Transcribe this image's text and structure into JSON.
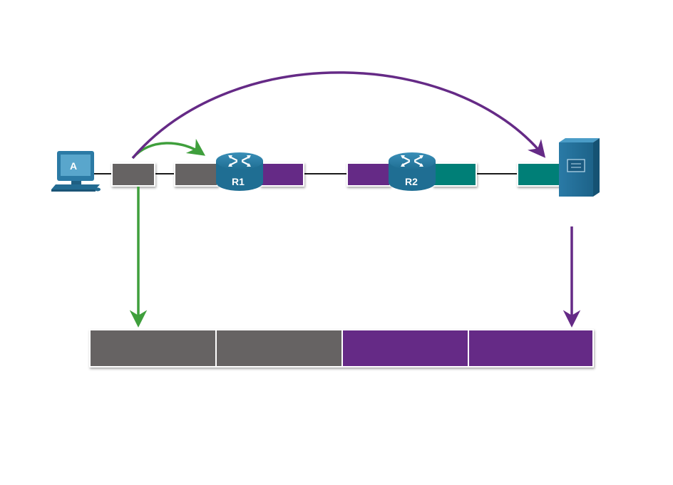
{
  "devices": {
    "pc_label": "A",
    "router1_label": "R1",
    "router2_label": "R2"
  },
  "colors": {
    "gray_segment": "#666364",
    "purple_segment": "#652a86",
    "teal_segment": "#057f77",
    "green_arrow": "#3f9f3c",
    "purple_arrow": "#652a86",
    "line": "#1a1a1a",
    "router_blue": "#1f6e93"
  },
  "frame_bar": {
    "segments": [
      {
        "label": "",
        "color": "gray"
      },
      {
        "label": "",
        "color": "gray"
      },
      {
        "label": "",
        "color": "purple"
      },
      {
        "label": "",
        "color": "purple"
      }
    ]
  }
}
